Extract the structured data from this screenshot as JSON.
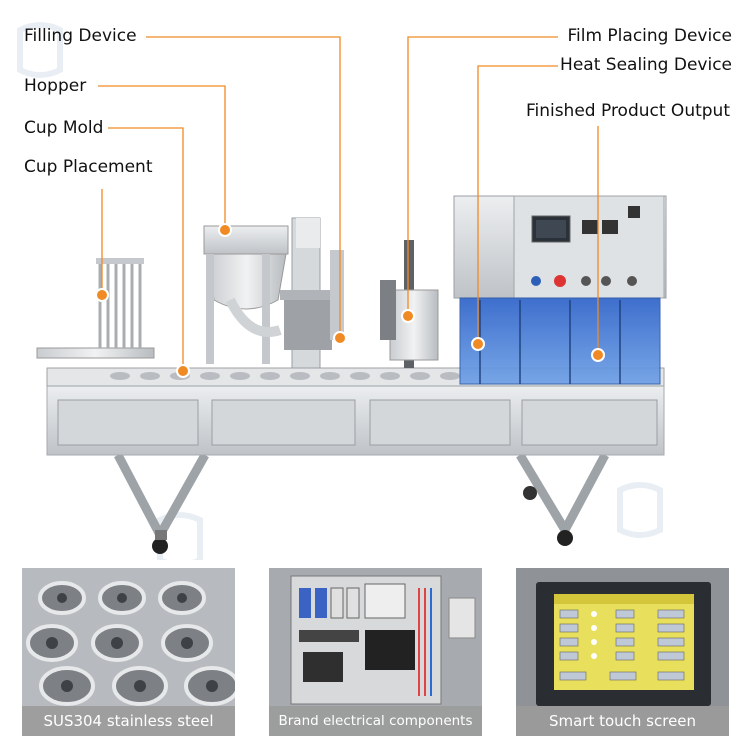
{
  "labels": {
    "filling_device": "Filling Device",
    "hopper": "Hopper",
    "cup_mold": "Cup Mold",
    "cup_placement": "Cup Placement",
    "film_placing_device": "Film Placing Device",
    "heat_sealing_device": "Heat Sealing Device",
    "finished_product_output": "Finished Product Output"
  },
  "thumbnails": [
    {
      "caption": "SUS304 stainless steel"
    },
    {
      "caption": "Brand electrical components"
    },
    {
      "caption": "Smart touch screen"
    }
  ],
  "colors": {
    "accent_orange": "#f08a24",
    "steel": "#d9dcdf",
    "blue_panel": "#3f7ed8"
  }
}
